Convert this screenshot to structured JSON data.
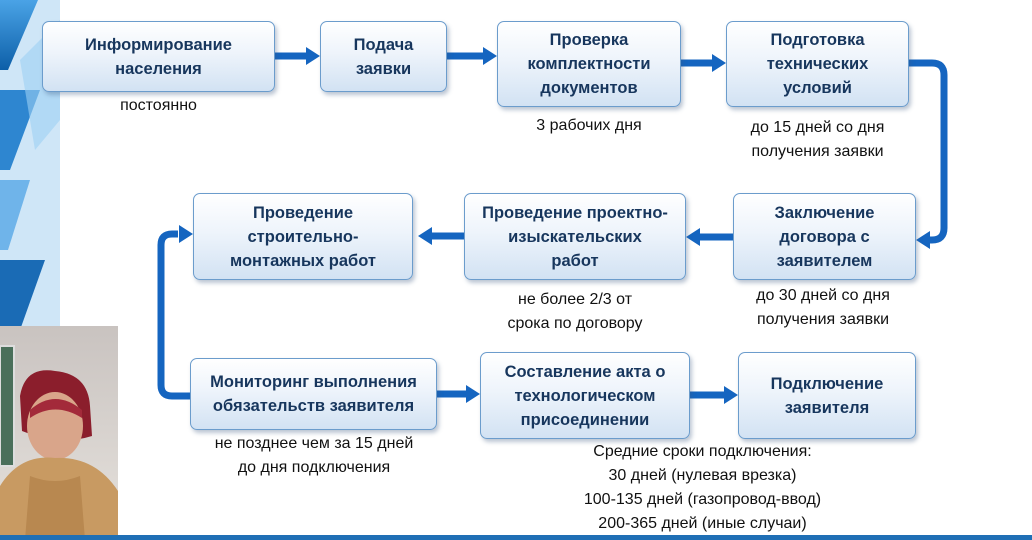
{
  "colors": {
    "arrow": "#1565c0",
    "box_text": "#17365d",
    "box_border": "#6b9ccc",
    "bar": "#1f6fb5"
  },
  "boxes": {
    "inform": "Информирование\nнаселения",
    "submit": "Подача\nзаявки",
    "check": "Проверка\nкомплектности\nдокументов",
    "tech": "Подготовка\nтехнических\nусловий",
    "contract": "Заключение\nдоговора с\nзаявителем",
    "design": "Проведение проектно-\nизыскательских\nработ",
    "construction": "Проведение\nстроительно-\nмонтажных работ",
    "monitoring": "Мониторинг выполнения\nобязательств заявителя",
    "act": "Составление акта о\nтехнологическом\nприсоединении",
    "connect": "Подключение\nзаявителя"
  },
  "notes": {
    "inform": "постоянно",
    "check": "3 рабочих дня",
    "tech": "до 15 дней со дня\nполучения заявки",
    "contract": "до 30 дней со дня\nполучения заявки",
    "design": "не более 2/3 от\nсрока по договору",
    "monitoring": "не позднее чем за 15 дней\nдо дня подключения",
    "summary": "Средние сроки подключения:\n30 дней (нулевая врезка)\n100-135 дней (газопровод-ввод)\n200-365 дней (иные случаи)"
  }
}
